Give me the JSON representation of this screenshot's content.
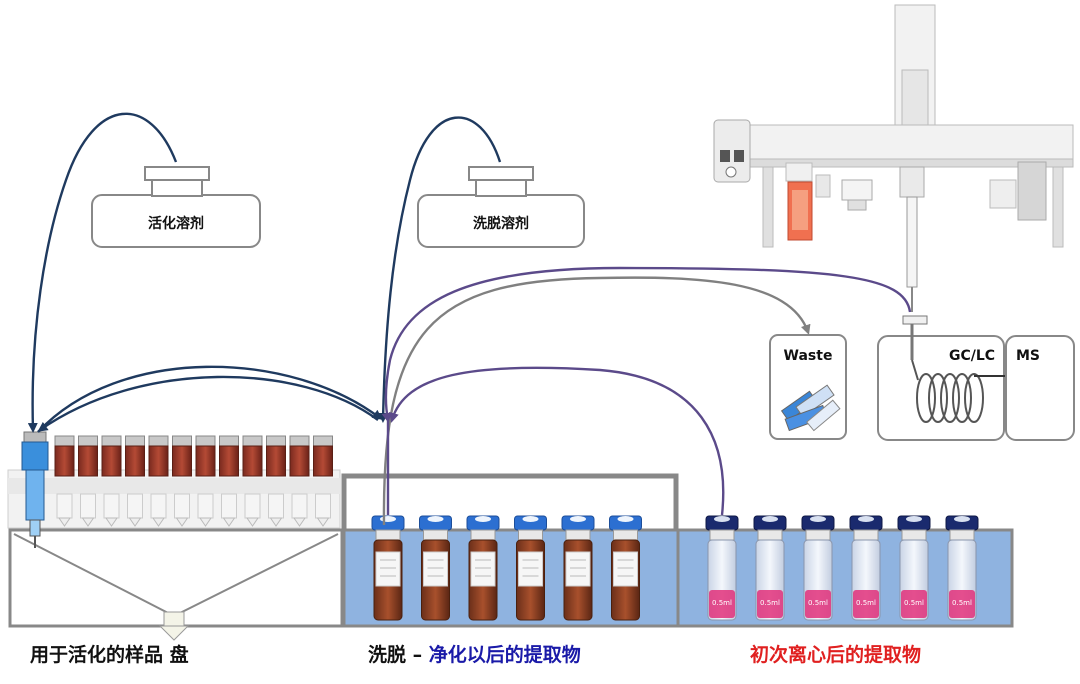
{
  "solvents": {
    "activation": "活化溶剂",
    "elution": "洗脱溶剂"
  },
  "instruments": {
    "waste": "Waste",
    "gclc": "GC/LC",
    "ms": "MS"
  },
  "captions": {
    "activation_plate": "用于活化的样品 盘",
    "elution_prefix": "洗脱 – ",
    "elution_suffix": "净化以后的提取物",
    "centrifuge": "初次离心后的提取物"
  },
  "vial_labels": {
    "centrifuge_volume": "0.5ml"
  },
  "colors": {
    "navy_arrow": "#1f3a5f",
    "purple_arrow": "#5b4a8a",
    "gray_arrow": "#808080",
    "tray_blue": "#8fb3e0",
    "cap_blue": "#2c6fd1",
    "cap_navy": "#1a2a6e",
    "liquid_pink": "#e0307a"
  }
}
